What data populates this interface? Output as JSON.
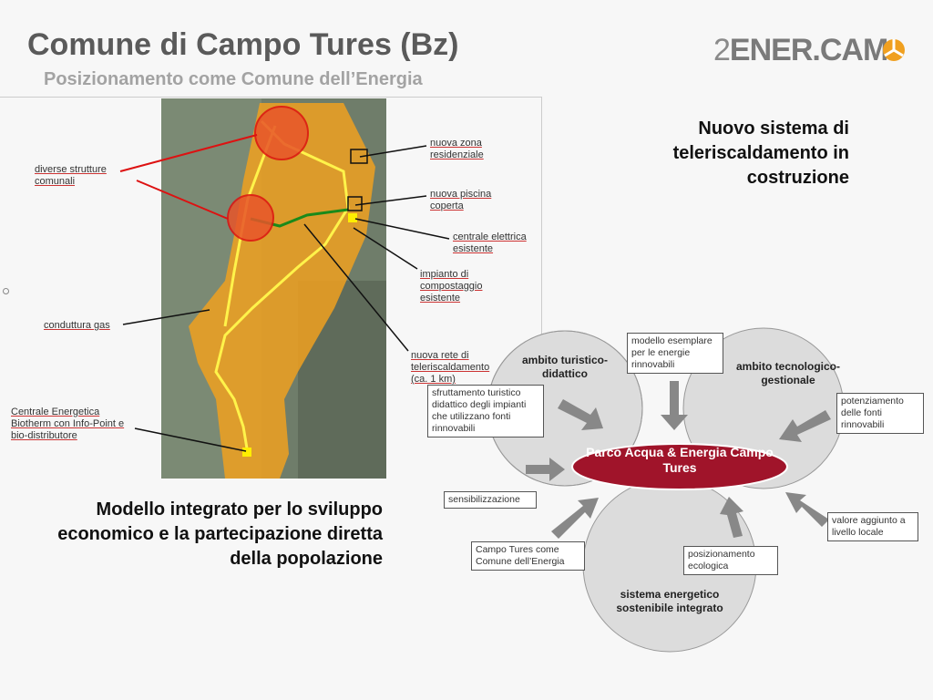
{
  "header": {
    "title": "Comune di Campo Tures (Bz)",
    "subtitle": "Posizionamento come Comune dell’Energia",
    "logo": {
      "prefix": "2",
      "text": "ENER.CAM"
    }
  },
  "map": {
    "labels": {
      "strutture": "diverse strutture comunali",
      "zona": "nuova zona residenziale",
      "piscina": "nuova piscina coperta",
      "centrale": "centrale elettrica esistente",
      "compost": "impianto di compostaggio esistente",
      "gas": "conduttura gas",
      "rete": "nuova rete di teleriscaldamento (ca. 1 km)",
      "biotherm": "Centrale Energetica Biotherm con Info-Point e bio-distributore"
    }
  },
  "right_heading": "Nuovo sistema di teleriscaldamento in costruzione",
  "bottom_text": "Modello integrato per lo sviluppo economico e la partecipazione diretta della popolazione",
  "diagram": {
    "center": "Parco Acqua & Energia Campo Tures",
    "circles": {
      "turistico": "ambito turistico-didattico",
      "tecnologico": "ambito tecnologico-gestionale",
      "energetico": "sistema energetico sostenibile integrato"
    },
    "boxes": {
      "modello": "modello esemplare per le energie rinnovabili",
      "sfruttamento": "sfruttamento turistico didattico degli impianti che utilizzano fonti rinnovabili",
      "potenziamento": "potenziamento delle fonti rinnovabili",
      "sensibilizzazione": "sensibilizzazione",
      "valore": "valore aggiunto a livello locale",
      "comune": "Campo Tures come Comune dell’Energia",
      "posizionamento": "posizionamento ecologica"
    }
  },
  "colors": {
    "title": "#5a5a5a",
    "subtitle": "#a3a3a3",
    "orange": "#f0a020",
    "core": "#a0142a",
    "circle": "#dcdcdc"
  }
}
